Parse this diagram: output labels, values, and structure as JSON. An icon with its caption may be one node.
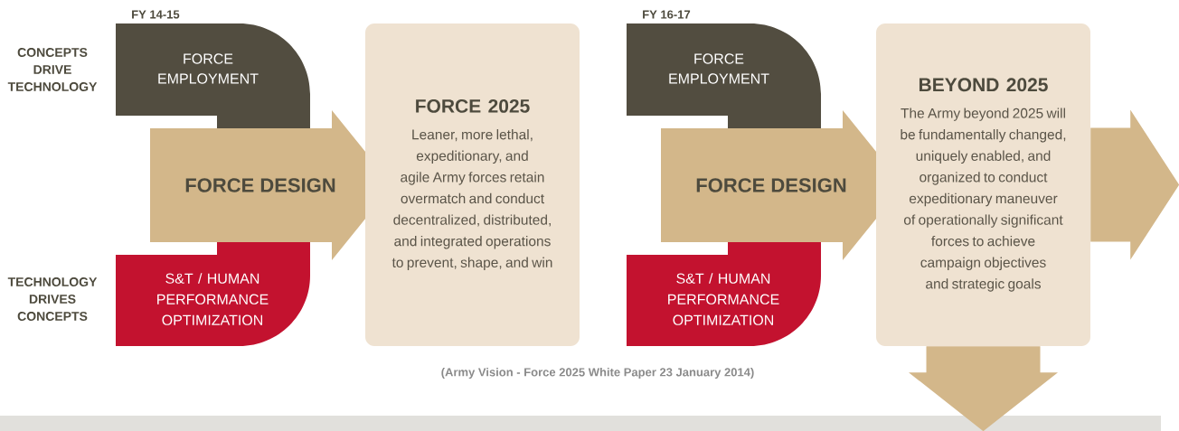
{
  "diagram": {
    "caption": "(Army Vision - Force 2025 White Paper 23 January 2014)",
    "nodes": [
      {
        "text": [
          "FORCE EMPLOYMENT"
        ],
        "beside": [
          "FY 14-15"
        ]
      },
      {
        "text": [
          "FORCE DESIGN"
        ]
      },
      {
        "text": [
          "S&T / HUMAN PERFORMANCE OPTIMIZATION"
        ]
      },
      {
        "text": [
          "FORCE 2025",
          "Leaner, more lethal, expeditionary, and agile Army forces retain overmatch and conduct decentralized, distributed, and integrated operations to prevent, shape, and win"
        ]
      },
      {
        "text": [
          "FORCE EMPLOYMENT"
        ],
        "beside": [
          "FY 16-17"
        ]
      },
      {
        "text": [
          "FORCE DESIGN"
        ]
      },
      {
        "text": [
          "S&T / HUMAN PERFORMANCE OPTIMIZATION"
        ]
      },
      {
        "text": [
          "BEYOND 2025",
          "The Army beyond 2025 will be fundamentally changed, uniquely enabled, and organized to conduct expeditionary maneuver of operationally significant forces to achieve campaign objectives and strategic goals"
        ]
      }
    ],
    "edges": [
      {
        "from": 7,
        "to": null,
        "arrow": "to"
      },
      {
        "from": 7,
        "to": null,
        "arrow": "to"
      }
    ],
    "labels": [
      "CONCEPTS DRIVE TECHNOLOGY",
      "TECHNOLOGY DRIVES CONCEPTS"
    ]
  }
}
